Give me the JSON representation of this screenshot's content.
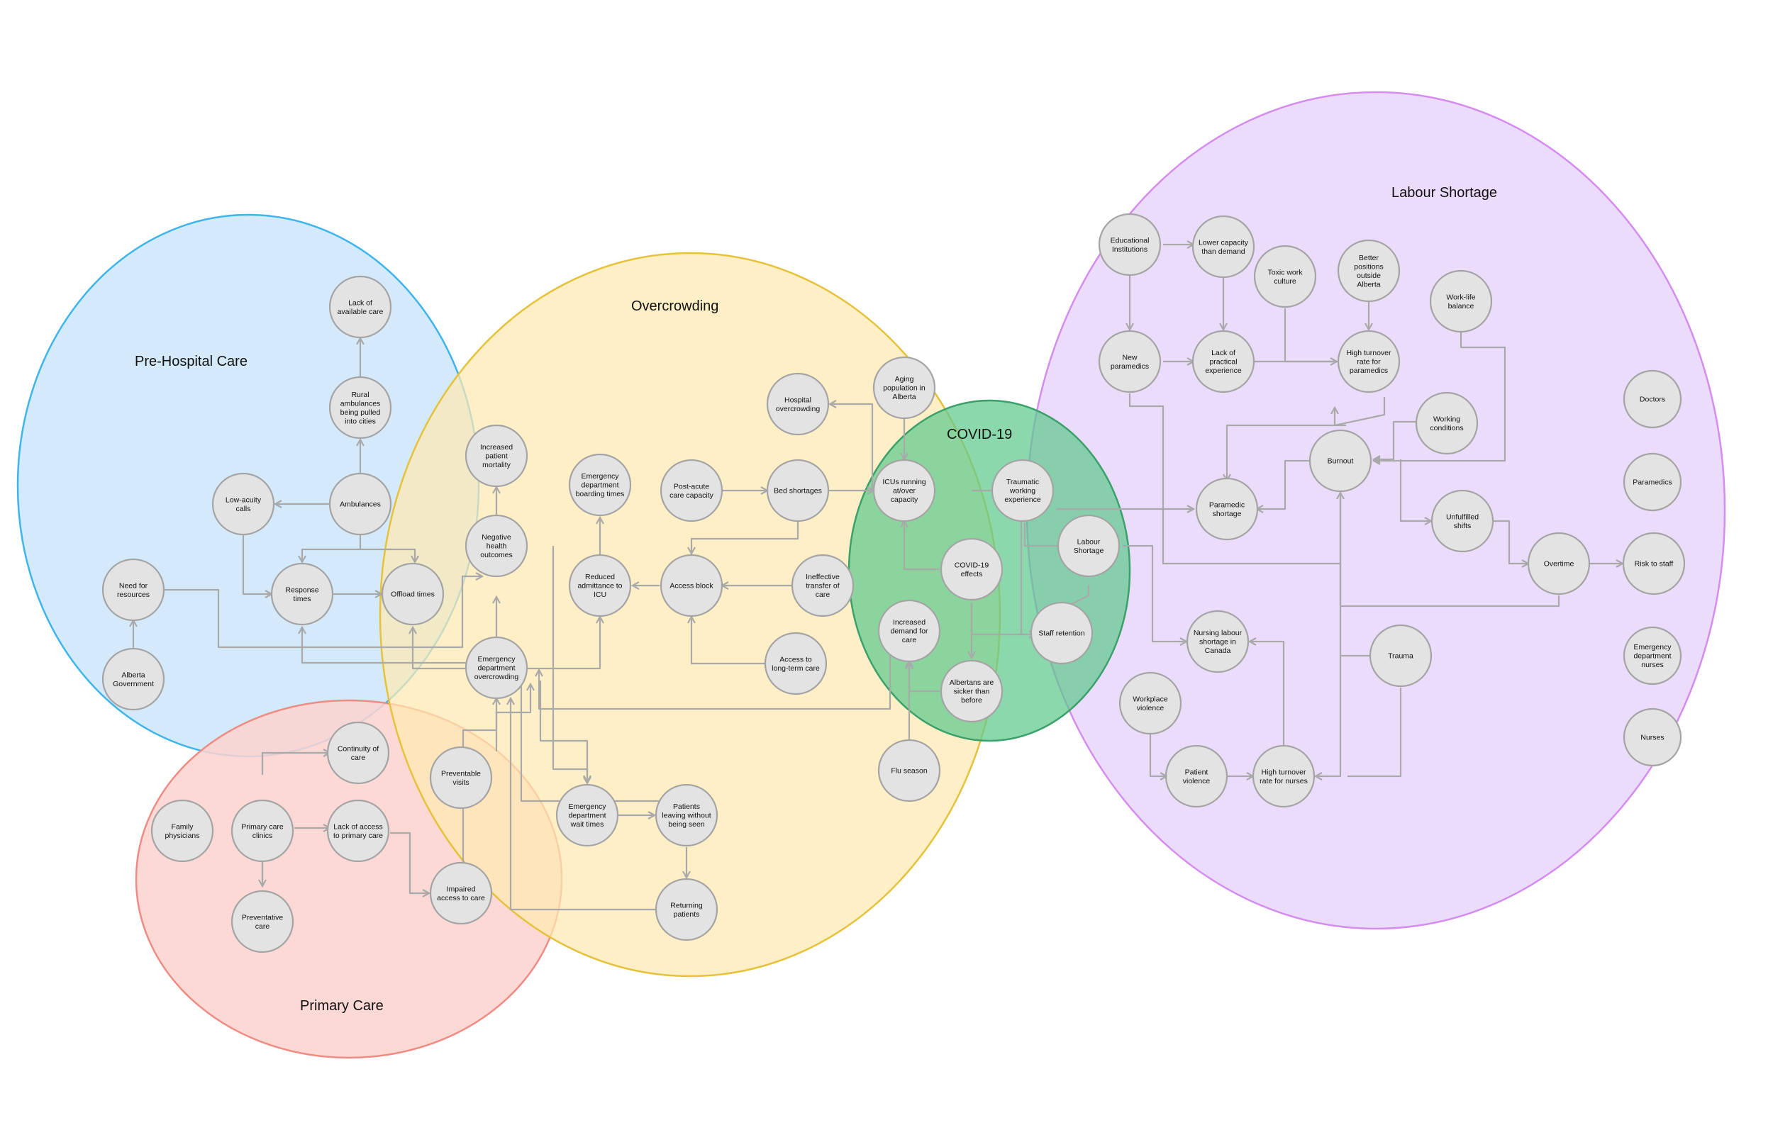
{
  "zones": {
    "pre_hospital": "Pre-Hospital Care",
    "overcrowding": "Overcrowding",
    "primary_care": "Primary Care",
    "covid": "COVID-19",
    "labour": "Labour Shortage"
  },
  "zone_colors": {
    "pre_hospital": "#cfe8fb",
    "pre_hospital_border": "#3db5ec",
    "overcrowding": "#fde9b2",
    "overcrowding_border": "#e6c23a",
    "primary_care": "#fdd2cf",
    "primary_care_border": "#f08b83",
    "covid": "#5ec98d",
    "covid_border": "#3ba06a",
    "labour": "#ead8fc",
    "labour_border": "#d58cf0",
    "node_fill": "#e3e3e3",
    "node_stroke": "#a4a4a4",
    "edge": "#a9a9a9"
  },
  "nodes": {
    "lack_available_care": [
      "Lack of",
      "available care"
    ],
    "rural_ambulances": [
      "Rural",
      "ambulances",
      "being pulled",
      "into cities"
    ],
    "ambulances": [
      "Ambulances"
    ],
    "low_acuity": [
      "Low-acuity",
      "calls"
    ],
    "response_times": [
      "Response",
      "times"
    ],
    "offload_times": [
      "Offload times"
    ],
    "need_resources": [
      "Need for",
      "resources"
    ],
    "alberta_gov": [
      "Alberta",
      "Government"
    ],
    "increased_mortality": [
      "Increased",
      "patient",
      "mortality"
    ],
    "negative_outcomes": [
      "Negative",
      "health",
      "outcomes"
    ],
    "ed_overcrowding": [
      "Emergency",
      "department",
      "overcrowding"
    ],
    "ed_boarding": [
      "Emergency",
      "department",
      "boarding times"
    ],
    "reduced_icu": [
      "Reduced",
      "admittance to",
      "ICU"
    ],
    "post_acute": [
      "Post-acute",
      "care capacity"
    ],
    "bed_shortages": [
      "Bed shortages"
    ],
    "hospital_overcrowding": [
      "Hospital",
      "overcrowding"
    ],
    "access_block": [
      "Access block"
    ],
    "ineffective_transfer": [
      "Ineffective",
      "transfer of",
      "care"
    ],
    "access_ltc": [
      "Access to",
      "long-term care"
    ],
    "aging_population": [
      "Aging",
      "population in",
      "Alberta"
    ],
    "icus_running": [
      "ICUs running",
      "at/over",
      "capacity"
    ],
    "covid_effects": [
      "COVID-19",
      "effects"
    ],
    "increased_demand": [
      "Increased",
      "demand for",
      "care"
    ],
    "albertans_sicker": [
      "Albertans are",
      "sicker than",
      "before"
    ],
    "flu_season": [
      "Flu season"
    ],
    "traumatic_exp": [
      "Traumatic",
      "working",
      "experience"
    ],
    "labour_shortage_node": [
      "Labour",
      "Shortage"
    ],
    "staff_retention": [
      "Staff retention"
    ],
    "continuity_care": [
      "Continuity of",
      "care"
    ],
    "family_physicians": [
      "Family",
      "physicians"
    ],
    "primary_clinics": [
      "Primary care",
      "clinics"
    ],
    "lack_access_primary": [
      "Lack of access",
      "to primary care"
    ],
    "preventative_care": [
      "Preventative",
      "care"
    ],
    "preventable_visits": [
      "Preventable",
      "visits"
    ],
    "impaired_access": [
      "Impaired",
      "access to care"
    ],
    "ed_wait": [
      "Emergency",
      "department",
      "wait times"
    ],
    "patients_leaving": [
      "Patients",
      "leaving without",
      "being seen"
    ],
    "returning_patients": [
      "Returning",
      "patients"
    ],
    "edu_institutions": [
      "Educational",
      "Institutions"
    ],
    "lower_capacity": [
      "Lower capacity",
      "than demand"
    ],
    "toxic_culture": [
      "Toxic work",
      "culture"
    ],
    "better_positions": [
      "Better",
      "positions",
      "outside",
      "Alberta"
    ],
    "work_life": [
      "Work-life",
      "balance"
    ],
    "new_paramedics": [
      "New",
      "paramedics"
    ],
    "lack_practical": [
      "Lack of",
      "practical",
      "experience"
    ],
    "high_turnover_paramedics": [
      "High turnover",
      "rate for",
      "paramedics"
    ],
    "working_conditions": [
      "Working",
      "conditions"
    ],
    "burnout": [
      "Burnout"
    ],
    "paramedic_shortage": [
      "Paramedic",
      "shortage"
    ],
    "unfulfilled_shifts": [
      "Unfulfilled",
      "shifts"
    ],
    "overtime": [
      "Overtime"
    ],
    "risk_staff": [
      "Risk to staff"
    ],
    "nursing_shortage": [
      "Nursing labour",
      "shortage in",
      "Canada"
    ],
    "trauma": [
      "Trauma"
    ],
    "workplace_violence": [
      "Workplace",
      "violence"
    ],
    "patient_violence": [
      "Patient",
      "violence"
    ],
    "high_turnover_nurses": [
      "High turnover",
      "rate for nurses"
    ],
    "doctors": [
      "Doctors"
    ],
    "paramedics": [
      "Paramedics"
    ],
    "ed_nurses": [
      "Emergency",
      "department",
      "nurses"
    ],
    "nurses": [
      "Nurses"
    ]
  }
}
